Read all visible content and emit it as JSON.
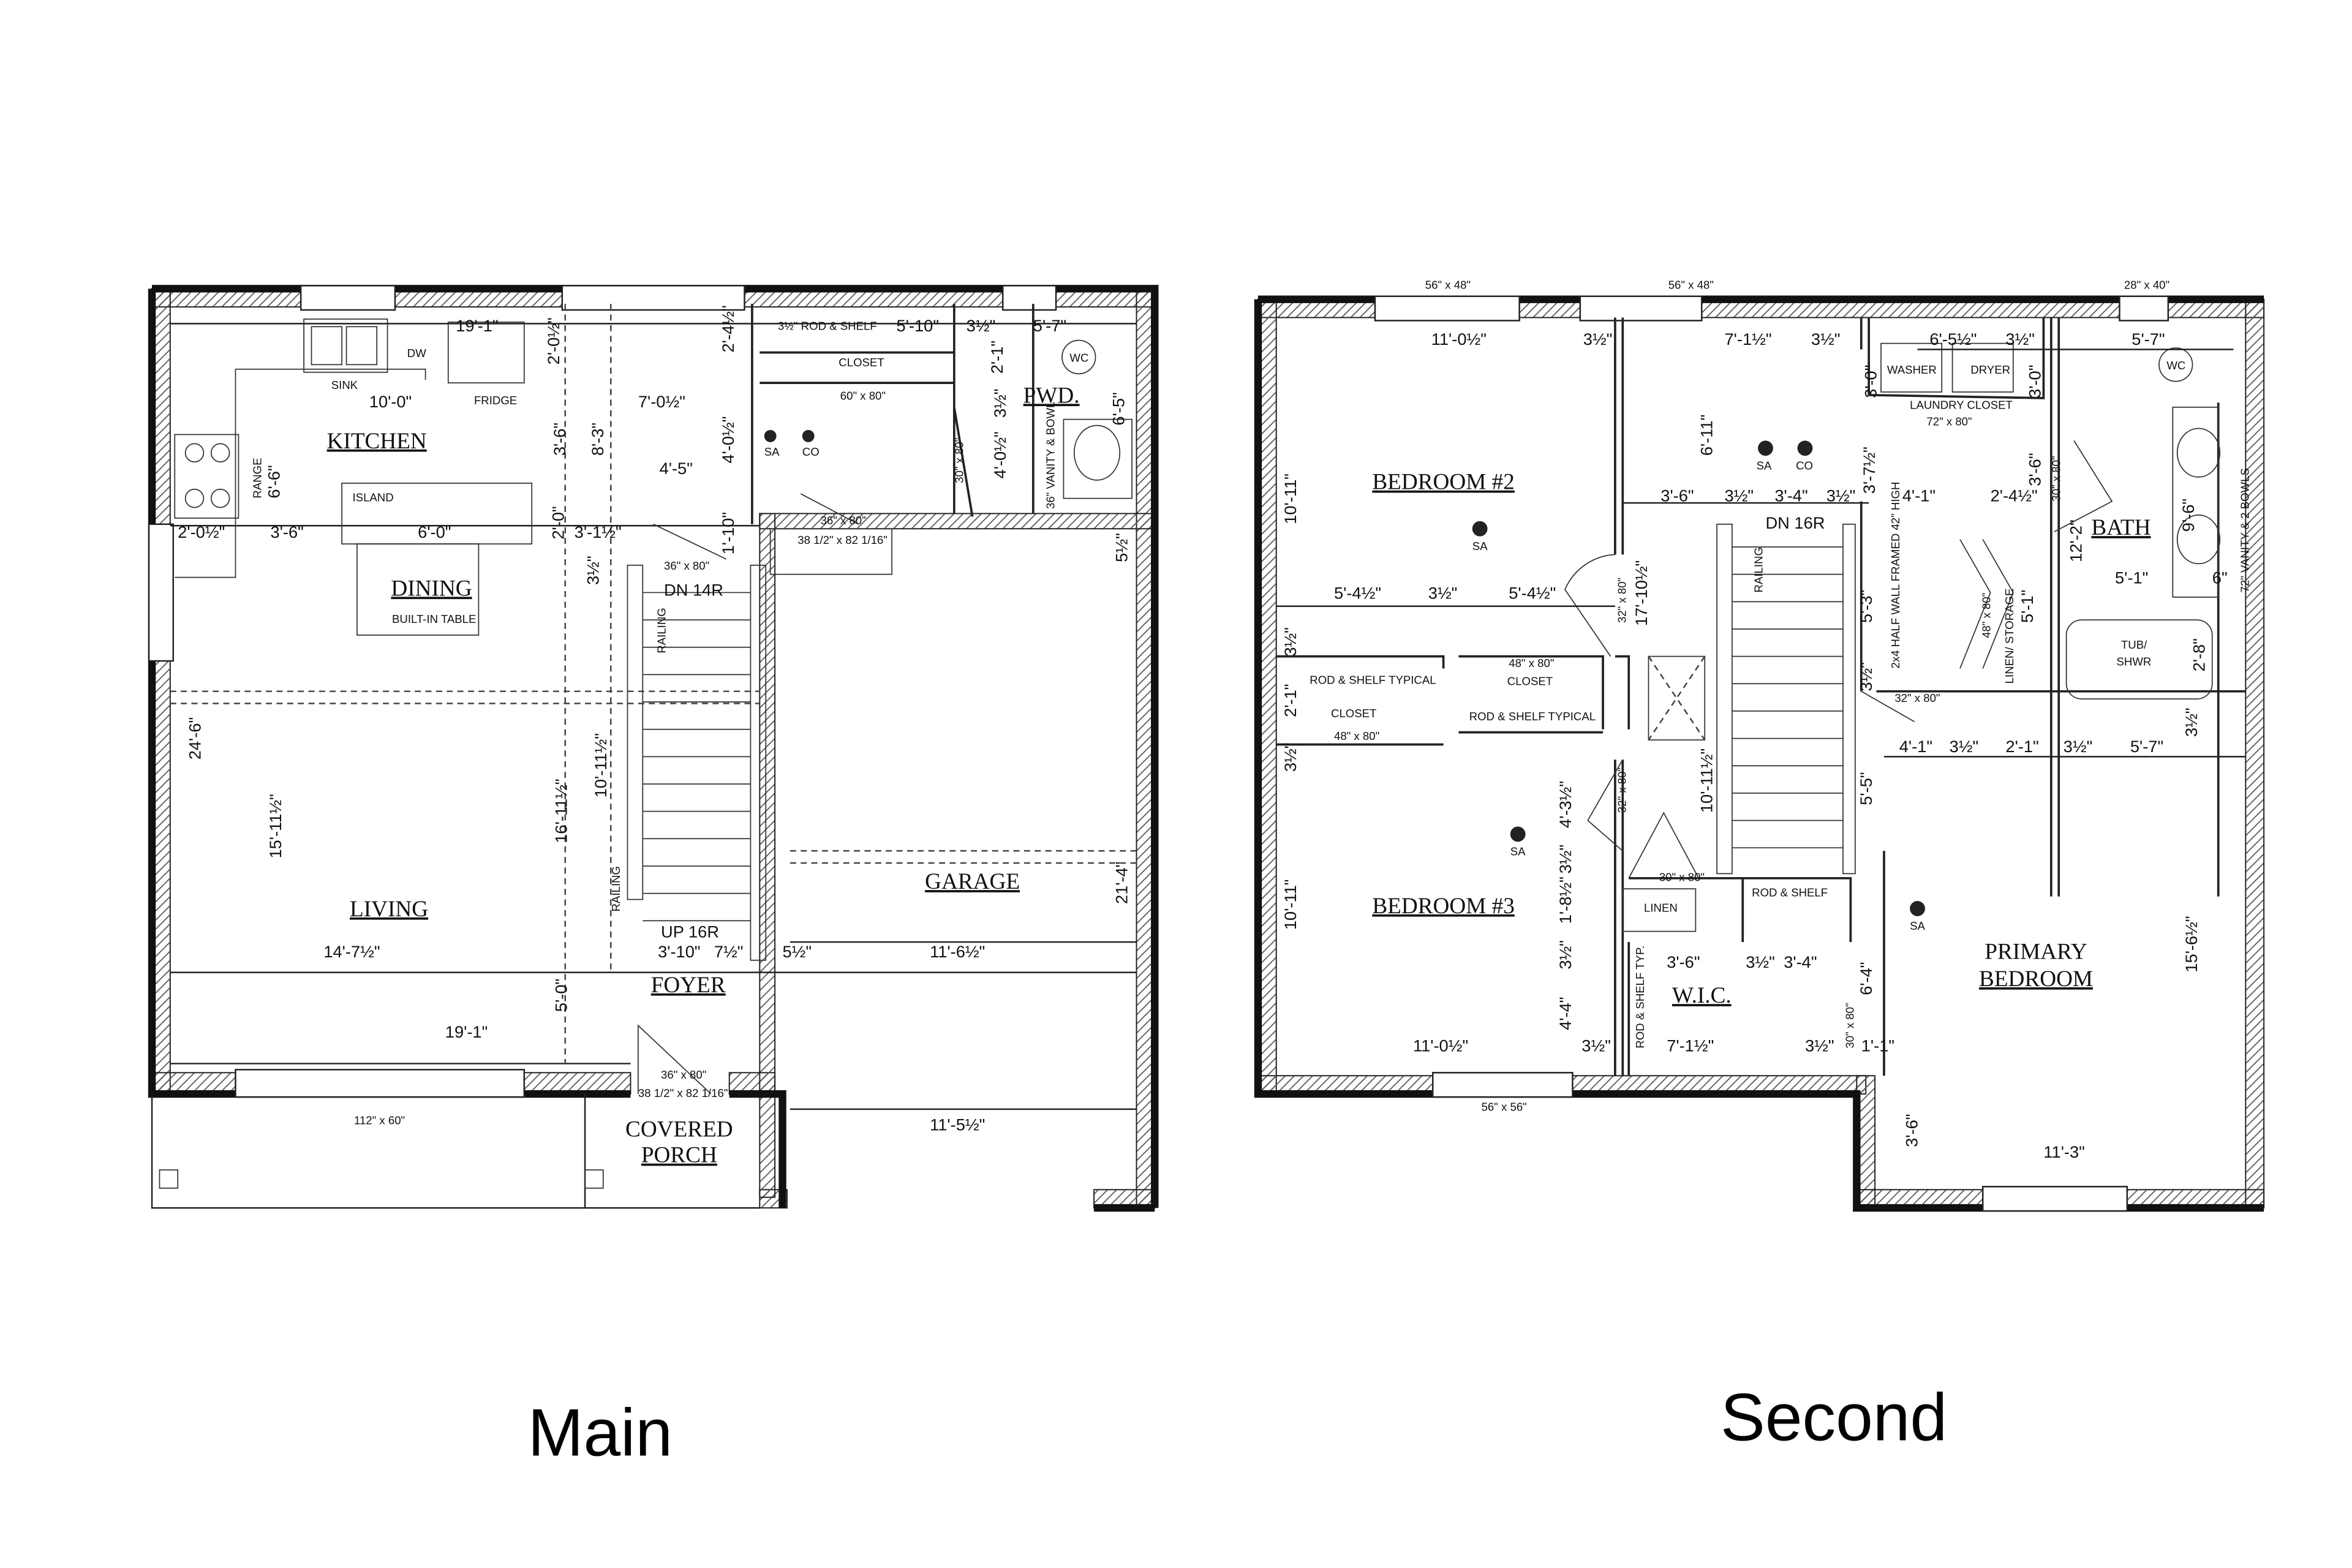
{
  "captions": {
    "main": "Main",
    "second": "Second"
  },
  "main_floor": {
    "rooms": {
      "kitchen": "KITCHEN",
      "dining": "DINING",
      "living": "LIVING",
      "foyer": "FOYER",
      "garage": "GARAGE",
      "pwd": "PWD.",
      "covered": "COVERED",
      "porch": "PORCH"
    },
    "labels": {
      "sink": "SINK",
      "dw": "DW",
      "fridge": "FRIDGE",
      "range": "RANGE",
      "island": "ISLAND",
      "built_in_table": "BUILT-IN TABLE",
      "rod_shelf": "3½\" ROD & SHELF",
      "closet": "CLOSET",
      "closet_door": "60\" x 80\"",
      "sa": "SA",
      "co": "CO",
      "pwd_door": "30\" x 80\"",
      "vanity": "36\" VANITY & BOWL",
      "wc": "WC",
      "door1": "36\" x 80\"",
      "door1b": "38 1/2\" x 82 1/16\"",
      "stair_door": "36\" x 80\"",
      "dn": "DN 14R",
      "railing": "RAILING",
      "railing2": "RAILING",
      "up": "UP 16R",
      "front_door": "36\" x 80\"",
      "front_door_b": "38 1/2\" x 82 1/16\"",
      "window_porch": "112\" x 60\""
    },
    "dims": [
      "19'-1\"",
      "10'-0\"",
      "2'-0½\"",
      "7'-0½\"",
      "3'-6\"",
      "8'-3\"",
      "4'-5\"",
      "2'-4½\"",
      "4'-0½\"",
      "1'-10\"",
      "5'-10\"",
      "3½\"",
      "5'-7\"",
      "2'-1\"",
      "3½\"",
      "4'-0½\"",
      "6'-5\"",
      "6'-6\"",
      "2'-0½\"",
      "3'-6\"",
      "6'-0\"",
      "2'-0\"",
      "3'-1½\"",
      "3½\"",
      "24'-6\"",
      "15'-11½\"",
      "16'-11½\"",
      "10'-11½\"",
      "5½\"",
      "14'-7½\"",
      "3'-10\"",
      "7½\"",
      "5½\"",
      "11'-6½\"",
      "21'-4\"",
      "5'-0\"",
      "19'-1\"",
      "11'-5½\""
    ]
  },
  "second_floor": {
    "rooms": {
      "bed2": "BEDROOM #2",
      "bed3": "BEDROOM #3",
      "bath": "BATH",
      "wic": "W.I.C.",
      "primary1": "PRIMARY",
      "primary2": "BEDROOM"
    },
    "labels": {
      "win1": "56\" x 48\"",
      "win2": "56\" x 48\"",
      "win3": "28\" x 40\"",
      "washer": "WASHER",
      "dryer": "DRYER",
      "laundry": "LAUNDRY CLOSET",
      "laundry_door": "72\" x 80\"",
      "sa1": "SA",
      "co": "CO",
      "sa2": "SA",
      "sa3": "SA",
      "sa4": "SA",
      "wc": "WC",
      "vanity": "72\" VANITY & 2 BOWLS",
      "dn": "DN 16R",
      "railing": "RAILING",
      "half_wall": "2x4 HALF WALL FRAMED 42\" HIGH",
      "linen_storage": "LINEN/ STORAGE",
      "linen_door": "48\" x 80\"",
      "bath_door": "30\" x 80\"",
      "tub": "TUB/",
      "shwr": "SHWR",
      "rod_shelf1": "ROD & SHELF TYPICAL",
      "closet1": "CLOSET",
      "closet1_door": "48\" x 80\"",
      "closet2_door": "48\" x 80\"",
      "closet2": "CLOSET",
      "rod_shelf2": "ROD & SHELF TYPICAL",
      "bed2_door": "32\" x 80\"",
      "bed3_door": "32\" x 80\"",
      "primary_door": "32\" x 80\"",
      "linen": "LINEN",
      "linen2_door": "30\" x 80\"",
      "rod_shelf3": "ROD & SHELF",
      "rod_shelf4": "ROD & SHELF TYP.",
      "wic_door": "30\" x 80\"",
      "win4": "56\" x 56\""
    },
    "dims": [
      "11'-0½\"",
      "3½\"",
      "7'-1½\"",
      "3½\"",
      "6'-5½\"",
      "3½\"",
      "5'-7\"",
      "3'-0\"",
      "3'-0\"",
      "6'-11\"",
      "10'-11\"",
      "3'-6\"",
      "3½\"",
      "3'-4\"",
      "3½\"",
      "3'-7½\"",
      "4'-1\"",
      "2'-4½\"",
      "3'-6\"",
      "12'-2\"",
      "9'-6\"",
      "5'-4½\"",
      "3½\"",
      "5'-4½\"",
      "17'-10½\"",
      "5'-3\"",
      "5'-1\"",
      "5'-1\"",
      "6\"",
      "2'-8\"",
      "3½\"",
      "2'-1\"",
      "3½\"",
      "3½\"",
      "4'-1\"",
      "3½\"",
      "2'-1\"",
      "3½\"",
      "5'-7\"",
      "3½\"",
      "10'-11½\"",
      "5'-5\"",
      "4'-3½\"",
      "3½\"",
      "1'-8½\"",
      "3½\"",
      "10'-11\"",
      "3'-6\"",
      "3½\"",
      "3'-4\"",
      "6'-4\"",
      "15'-6½\"",
      "4'-4\"",
      "11'-0½\"",
      "3½\"",
      "7'-1½\"",
      "3½\"",
      "1'-1\"",
      "3'-6\"",
      "11'-3\""
    ]
  }
}
